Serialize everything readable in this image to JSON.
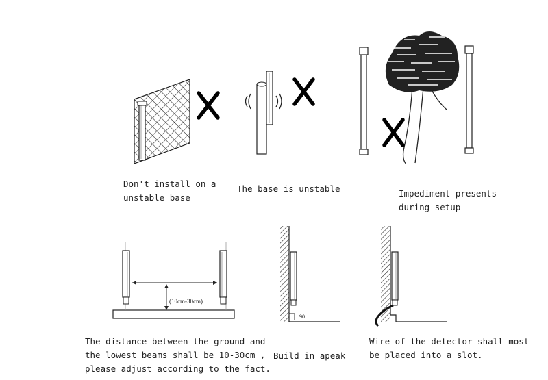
{
  "captions": {
    "net_line1": "Don't install on a",
    "net_line2": "unstable base",
    "pole": "The base is unstable",
    "tree_line1": "Impediment presents",
    "tree_line2": "during setup",
    "ground_line1": "The distance between the ground and",
    "ground_line2": "the lowest beams shall be 10-30cm ,",
    "ground_line3": "please adjust according to the fact.",
    "apeak": "Build in apeak",
    "slot_line1": "Wire of the detector shall most",
    "slot_line2": "be placed into a slot."
  },
  "labels": {
    "distance": "(10cm-30cm)",
    "angle": "90"
  },
  "marks": {
    "wrong_symbol": "X"
  }
}
